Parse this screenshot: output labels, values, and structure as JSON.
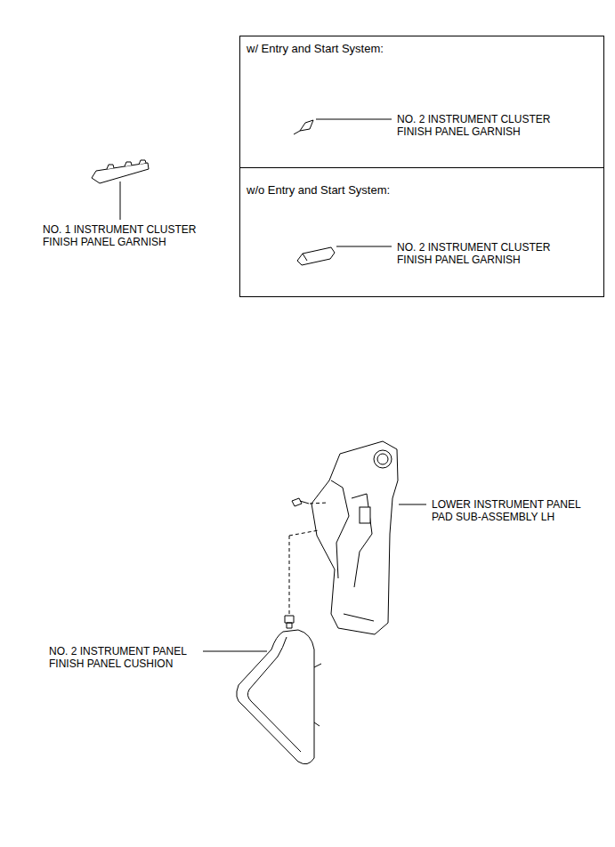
{
  "diagram": {
    "nodes": [
      {
        "text": [
          "w/ Entry and Start System:",
          "NO. 2 INSTRUMENT CLUSTER FINISH PANEL GARNISH"
        ]
      },
      {
        "text": [
          "w/o Entry and Start System:",
          "NO. 2 INSTRUMENT CLUSTER FINISH PANEL GARNISH"
        ]
      }
    ],
    "labels": [
      "NO. 1 INSTRUMENT CLUSTER FINISH PANEL GARNISH",
      "LOWER INSTRUMENT PANEL PAD SUB-ASSEMBLY LH",
      "NO. 2 INSTRUMENT PANEL FINISH PANEL CUSHION"
    ]
  }
}
